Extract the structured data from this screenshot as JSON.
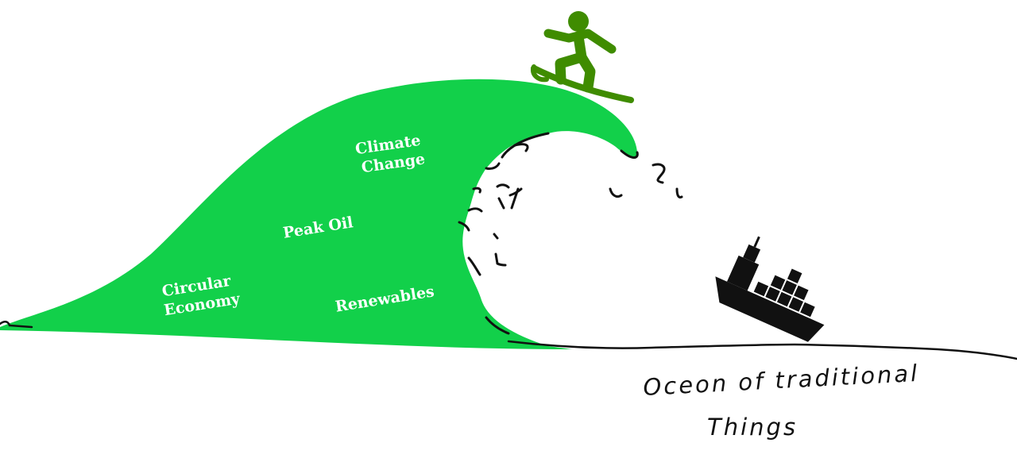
{
  "colors": {
    "wave_fill": "#12d04a",
    "surfer": "#3f8c00",
    "ink": "#111111",
    "label_text": "#ffffff"
  },
  "labels": {
    "climate_change": [
      "Climate",
      "Change"
    ],
    "peak_oil": "Peak Oil",
    "circular_economy": [
      "Circular",
      "Economy"
    ],
    "renewables": "Renewables"
  },
  "caption": {
    "line1": "Oceon of traditional",
    "line2": "Things"
  },
  "icons": {
    "surfer": "surfer-icon",
    "ship": "sinking-cargo-ship-icon"
  }
}
